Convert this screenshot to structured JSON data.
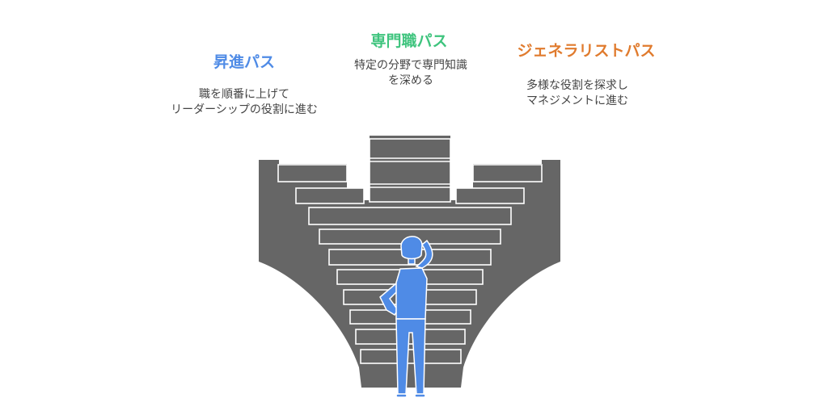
{
  "paths": [
    {
      "title": "昇進パス",
      "color": "#4f8be6",
      "lines": [
        "職を順番に上げて",
        "リーダーシップの役割に進む"
      ]
    },
    {
      "title": "専門職パス",
      "color": "#3fc47e",
      "lines": [
        "特定の分野で専門知識",
        "を深める"
      ]
    },
    {
      "title": "ジェネラリストパス",
      "color": "#e07b2e",
      "lines": [
        "多様な役割を探求し",
        "マネジメントに進む"
      ]
    }
  ],
  "colors": {
    "stairs": "#666666",
    "person": "#4f8be6"
  }
}
